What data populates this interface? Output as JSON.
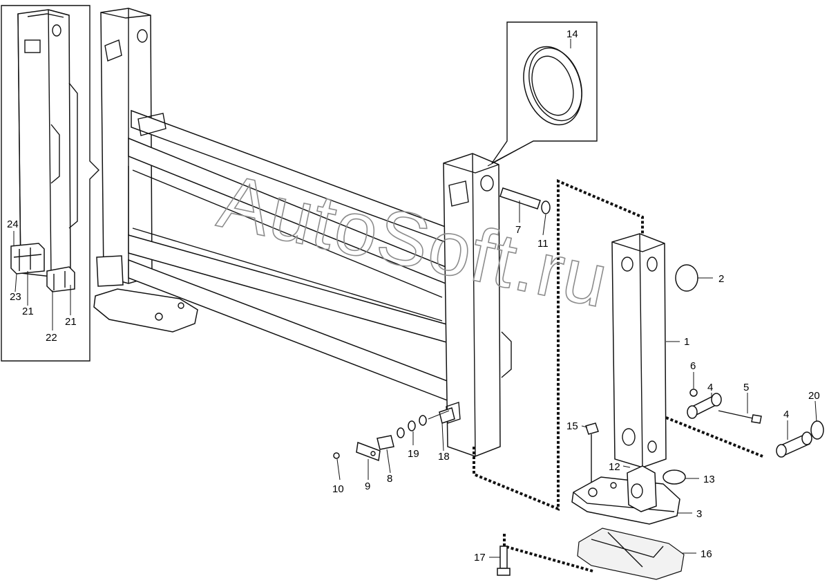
{
  "watermark": "AutoSoft.ru",
  "callouts": [
    {
      "id": "c1",
      "text": "1"
    },
    {
      "id": "c2",
      "text": "2"
    },
    {
      "id": "c3",
      "text": "3"
    },
    {
      "id": "c4a",
      "text": "4"
    },
    {
      "id": "c4b",
      "text": "4"
    },
    {
      "id": "c5",
      "text": "5"
    },
    {
      "id": "c6",
      "text": "6"
    },
    {
      "id": "c7",
      "text": "7"
    },
    {
      "id": "c8",
      "text": "8"
    },
    {
      "id": "c9",
      "text": "9"
    },
    {
      "id": "c10",
      "text": "10"
    },
    {
      "id": "c11",
      "text": "11"
    },
    {
      "id": "c12",
      "text": "12"
    },
    {
      "id": "c13",
      "text": "13"
    },
    {
      "id": "c14",
      "text": "14"
    },
    {
      "id": "c15",
      "text": "15"
    },
    {
      "id": "c16",
      "text": "16"
    },
    {
      "id": "c17",
      "text": "17"
    },
    {
      "id": "c18",
      "text": "18"
    },
    {
      "id": "c19",
      "text": "19"
    },
    {
      "id": "c20",
      "text": "20"
    },
    {
      "id": "c21a",
      "text": "21"
    },
    {
      "id": "c21b",
      "text": "21"
    },
    {
      "id": "c22",
      "text": "22"
    },
    {
      "id": "c23",
      "text": "23"
    },
    {
      "id": "c24",
      "text": "24"
    }
  ]
}
